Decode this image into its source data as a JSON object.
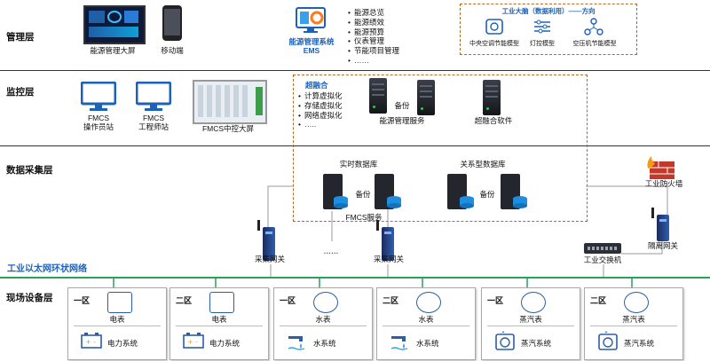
{
  "layers": {
    "management": "管理层",
    "monitoring": "监控层",
    "acquisition": "数据采集层",
    "network": "工业以太网环状网络",
    "field": "现场设备层"
  },
  "management": {
    "big_screen": "能源管理大屏",
    "mobile": "移动端",
    "ems_line1": "能源管理系统",
    "ems_line2": "EMS",
    "ems_functions": [
      "能源总览",
      "能源绩效",
      "能源预算",
      "仪表管理",
      "节能项目管理",
      "……"
    ],
    "ai_title": "工业大脑（数据利用）——方向",
    "ai_models": [
      "中央空调节能模型",
      "灯控模型",
      "空压机节能模型"
    ]
  },
  "monitoring": {
    "operator_line1": "FMCS",
    "operator_line2": "操作员站",
    "engineer_line1": "FMCS",
    "engineer_line2": "工程师站",
    "control_screen": "FMCS中控大屏",
    "hci_title": "超融合",
    "hci_items": [
      "计算虚拟化",
      "存储虚拟化",
      "网络虚拟化",
      "….."
    ],
    "backup": "备份",
    "energy_service": "能源管理服务",
    "hci_software": "超融合软件"
  },
  "acquisition": {
    "realtime_db": "实时数据库",
    "relational_db": "关系型数据库",
    "backup_left": "备份",
    "backup_right": "备份",
    "fmcs_service": "FMCS服务",
    "gateway_left": "采集网关",
    "gateway_mid": "采集网关",
    "dots": "……",
    "firewall": "工业防火墙",
    "switch": "工业交换机",
    "isolation_gateway": "隔离网关"
  },
  "field_units": [
    {
      "zone": "一区",
      "meter": "电表",
      "system": "电力系统"
    },
    {
      "zone": "二区",
      "meter": "电表",
      "system": "电力系统"
    },
    {
      "zone": "一区",
      "meter": "水表",
      "system": "水系统"
    },
    {
      "zone": "二区",
      "meter": "水表",
      "system": "水系统"
    },
    {
      "zone": "一区",
      "meter": "蒸汽表",
      "system": "蒸汽系统"
    },
    {
      "zone": "二区",
      "meter": "蒸汽表",
      "system": "蒸汽系统"
    }
  ],
  "colors": {
    "accent": "#1d62b8",
    "dashed_border": "#b46a2a",
    "network_line": "#2aa05a"
  }
}
